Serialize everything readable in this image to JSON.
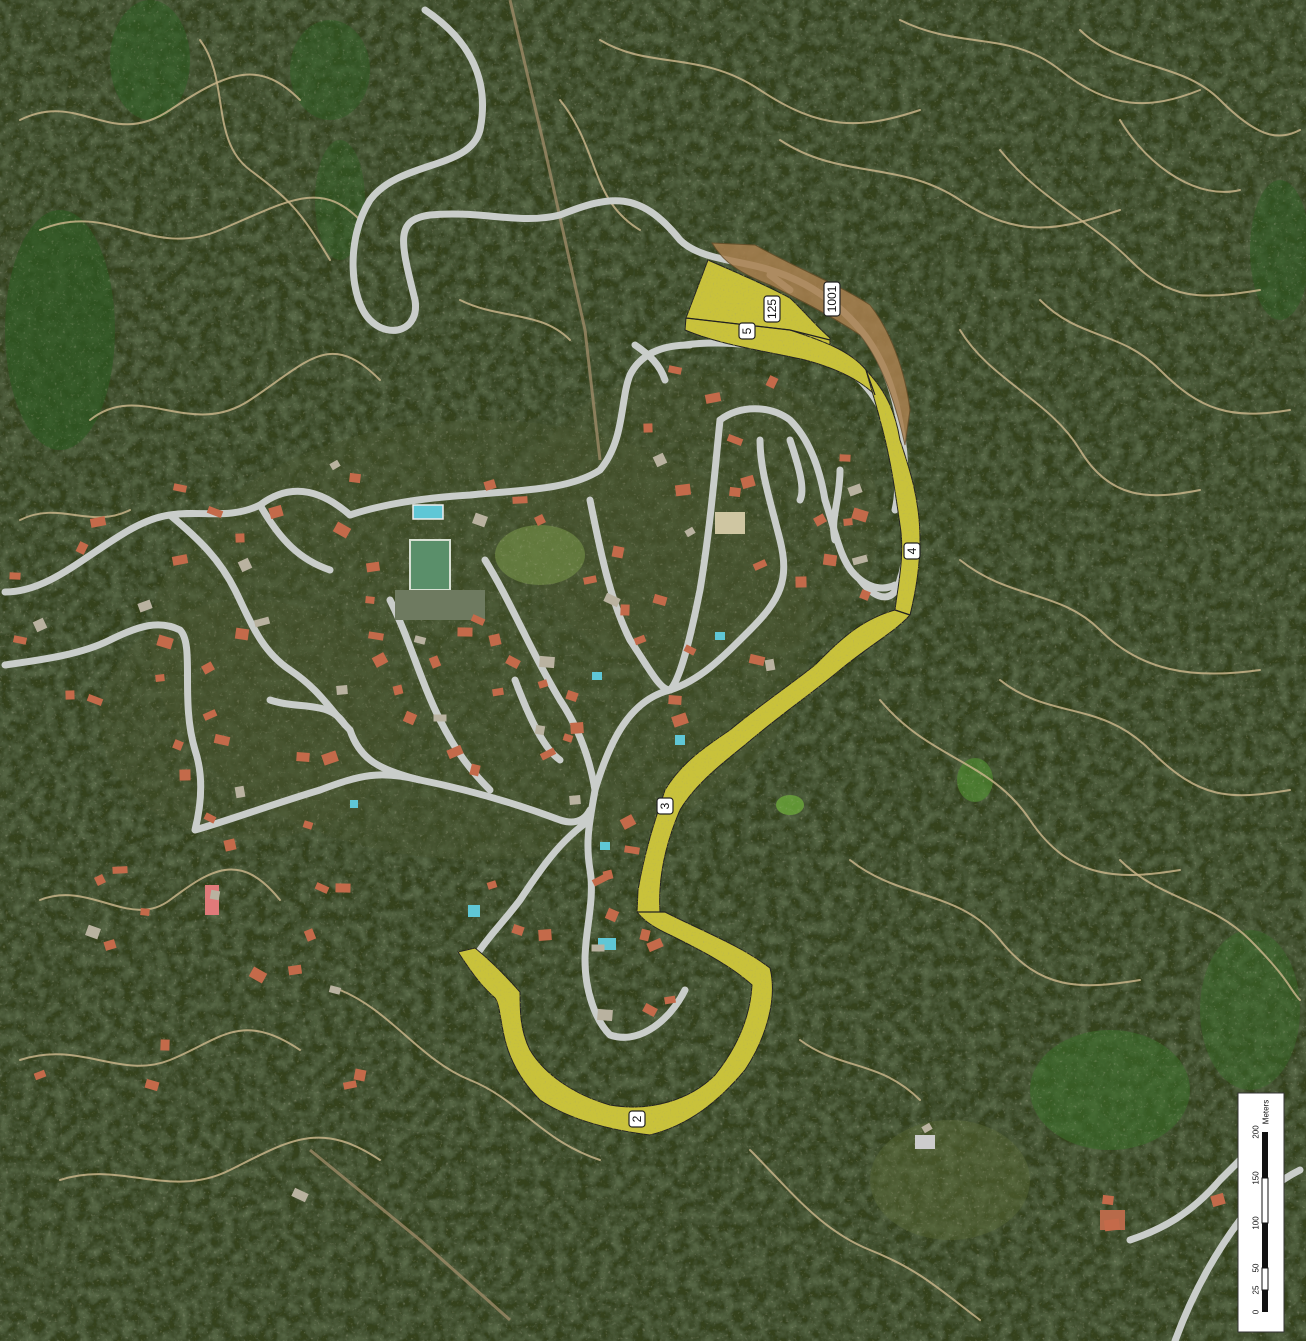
{
  "map": {
    "parcels": [
      {
        "id": "p1001",
        "label": "1001",
        "kind": "brown"
      },
      {
        "id": "p125",
        "label": "125",
        "kind": "yellow"
      },
      {
        "id": "p5",
        "label": "5",
        "kind": "yellow"
      },
      {
        "id": "p4",
        "label": "4",
        "kind": "yellow"
      },
      {
        "id": "p3",
        "label": "3",
        "kind": "yellow"
      },
      {
        "id": "p2",
        "label": "2",
        "kind": "yellow"
      }
    ],
    "scale_bar": {
      "unit": "Meters",
      "ticks": [
        "0",
        "25",
        "50",
        "100",
        "150",
        "200"
      ]
    },
    "colors": {
      "forest": "#2f3a1f",
      "road": "#c9cdca",
      "trail": "#c8b48a",
      "parcel_yellow": "#c9c23a",
      "parcel_brown": "#a9804f",
      "roof": "#c46a4a",
      "pool": "#5fc7d6"
    }
  }
}
